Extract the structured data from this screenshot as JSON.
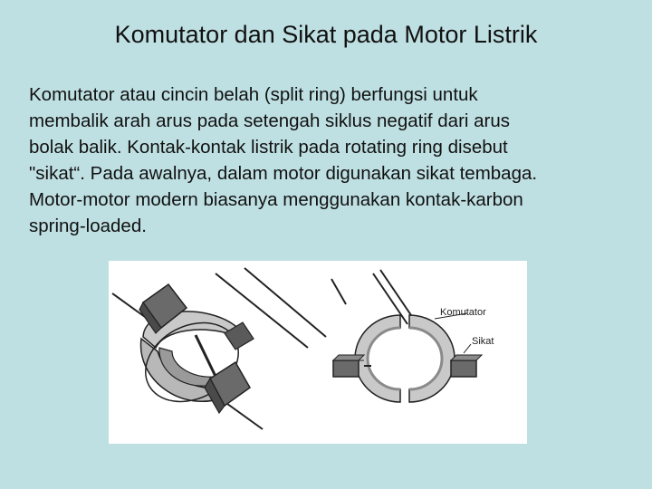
{
  "slide": {
    "title": "Komutator dan Sikat pada Motor Listrik",
    "paragraph_lines": [
      "Komutator atau cincin belah (split ring) berfungsi untuk",
      "membalik arah arus pada setengah siklus negatif dari arus",
      "bolak balik.  Kontak-kontak listrik pada rotating ring disebut",
      "\"sikat“.  Pada awalnya, dalam motor digunakan sikat tembaga.",
      "Motor-motor modern biasanya menggunakan  kontak-karbon",
      "spring-loaded."
    ]
  },
  "figure": {
    "label_komutator": "Komutator",
    "label_sikat": "Sikat",
    "colors": {
      "ring": "#c9c9c9",
      "ring_dark": "#9a9a9a",
      "brush": "#6a6a6a",
      "brush_dark": "#4a4a4a",
      "stroke": "#222222"
    }
  }
}
